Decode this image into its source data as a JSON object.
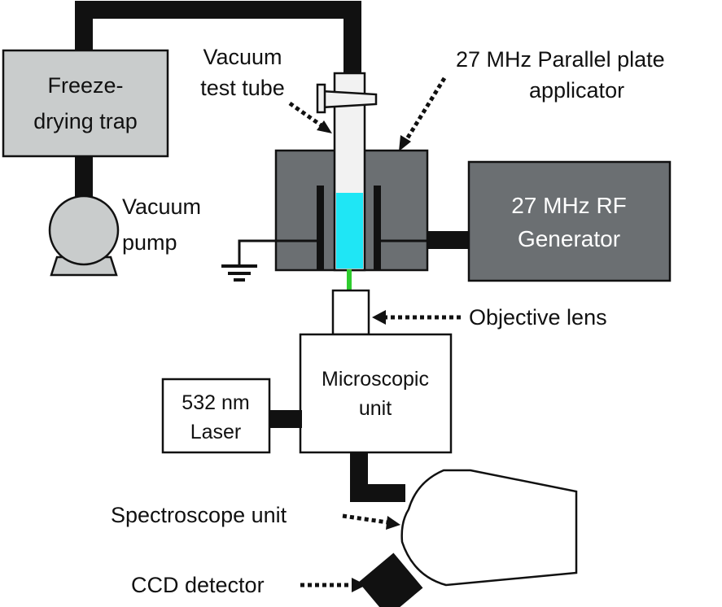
{
  "colors": {
    "trap_fill": "#c9cccc",
    "applicator_fill": "#6b6f72",
    "generator_fill": "#6b6f72",
    "tube_fill": "#f2f2f2",
    "sample_fill": "#1fe6f5",
    "laser_beam": "#2ecc2e",
    "pump_fill": "#c9cccc",
    "line": "#111111"
  },
  "labels": {
    "freeze_trap_line1": "Freeze-",
    "freeze_trap_line2": "drying trap",
    "vacuum_pump_line1": "Vacuum",
    "vacuum_pump_line2": "pump",
    "vacuum_tube_line1": "Vacuum",
    "vacuum_tube_line2": "test tube",
    "applicator_line1": "27 MHz Parallel plate",
    "applicator_line2": "applicator",
    "rf_generator_line1": "27 MHz RF",
    "rf_generator_line2": "Generator",
    "objective_lens": "Objective lens",
    "microscopic_line1": "Microscopic",
    "microscopic_line2": "unit",
    "laser_line1": "532 nm",
    "laser_line2": "Laser",
    "spectroscope_unit": "Spectroscope unit",
    "ccd_detector": "CCD detector"
  },
  "icons": {
    "ground": "ground-symbol-icon",
    "pump": "vacuum-pump-icon",
    "stopcock": "stopcock-icon"
  }
}
